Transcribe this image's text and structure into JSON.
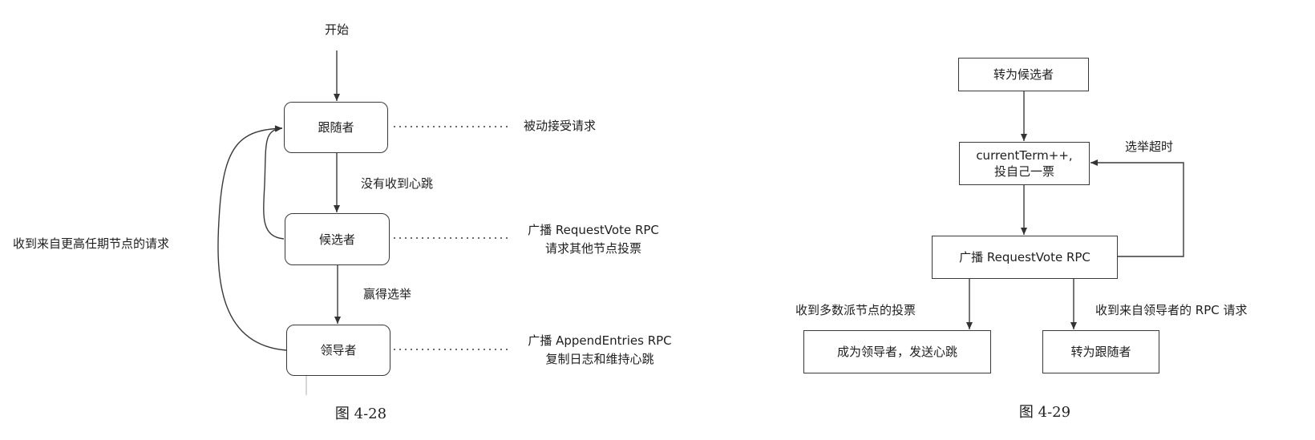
{
  "fig28": {
    "start": "开始",
    "nodes": {
      "follower": "跟随者",
      "candidate": "候选者",
      "leader": "领导者"
    },
    "edges": {
      "no_heartbeat": "没有收到心跳",
      "win_election": "赢得选举",
      "higher_term": "收到来自更高任期节点的请求"
    },
    "notes": {
      "follower": "被动接受请求",
      "candidate_1": "广播 RequestVote RPC",
      "candidate_2": "请求其他节点投票",
      "leader_1": "广播 AppendEntries RPC",
      "leader_2": "复制日志和维持心跳"
    },
    "caption": "图 4-28"
  },
  "fig29": {
    "nodes": {
      "to_candidate": "转为候选者",
      "term_1": "currentTerm++,",
      "term_2": "投自己一票",
      "broadcast": "广播 RequestVote RPC",
      "become_leader": "成为领导者，发送心跳",
      "to_follower": "转为跟随者"
    },
    "edges": {
      "timeout": "选举超时",
      "majority": "收到多数派节点的投票",
      "from_leader": "收到来自领导者的 RPC 请求"
    },
    "caption": "图 4-29"
  }
}
